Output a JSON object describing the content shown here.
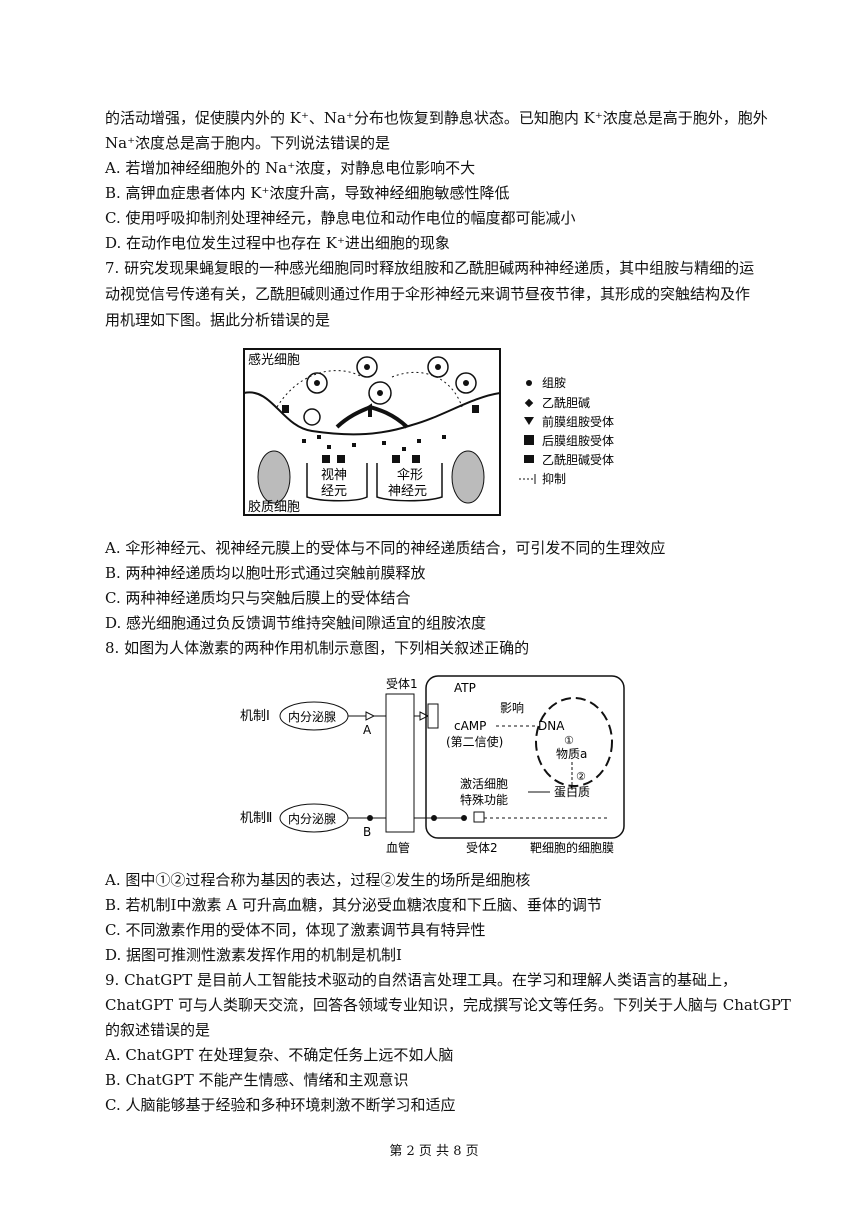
{
  "intro": [
    "的活动增强，促使膜内外的 K⁺、Na⁺分布也恢复到静息状态。已知胞内 K⁺浓度总是高于胞外，胞外",
    "Na⁺浓度总是高于胞内。下列说法错误的是"
  ],
  "q6_options": [
    "A. 若增加神经细胞外的 Na⁺浓度，对静息电位影响不大",
    "B. 高钾血症患者体内 K⁺浓度升高，导致神经细胞敏感性降低",
    "C. 使用呼吸抑制剂处理神经元，静息电位和动作电位的幅度都可能减小",
    "D. 在动作电位发生过程中也存在 K⁺进出细胞的现象"
  ],
  "q7_stem": [
    "7. 研究发现果蝇复眼的一种感光细胞同时释放组胺和乙酰胆碱两种神经递质，其中组胺与精细的运",
    "动视觉信号传递有关，乙酰胆碱则通过作用于伞形神经元来调节昼夜节律，其形成的突触结构及作",
    "用机理如下图。据此分析错误的是"
  ],
  "fig1": {
    "top_label": "感光细胞",
    "bottom_label": "胶质细胞",
    "neuron1": [
      "视神",
      "经元"
    ],
    "neuron2": [
      "伞形",
      "神经元"
    ],
    "legend": [
      "组胺",
      "乙酰胆碱",
      "前膜组胺受体",
      "后膜组胺受体",
      "乙酰胆碱受体",
      "抑制"
    ]
  },
  "q7_options": [
    "A. 伞形神经元、视神经元膜上的受体与不同的神经递质结合，可引发不同的生理效应",
    "B. 两种神经递质均以胞吐形式通过突触前膜释放",
    "C. 两种神经递质均只与突触后膜上的受体结合",
    "D. 感光细胞通过负反馈调节维持突触间隙适宜的组胺浓度"
  ],
  "q8_stem": "8. 如图为人体激素的两种作用机制示意图，下列相关叙述正确的",
  "fig2": {
    "mech1": "机制Ⅰ",
    "mech2": "机制Ⅱ",
    "gland": "内分泌腺",
    "A": "A",
    "B": "B",
    "receptor1": "受体1",
    "atp": "ATP",
    "camp": "cAMP",
    "second": "(第二信使)",
    "influence": "影响",
    "dna": "DNA",
    "c1": "①",
    "matter": "物质a",
    "c2": "②",
    "activate": [
      "激活细胞",
      "特殊功能"
    ],
    "protein": "蛋白质",
    "receptor2": "受体2",
    "vessel": "血管",
    "membrane": "靶细胞的细胞膜"
  },
  "q8_options": [
    "A. 图中①②过程合称为基因的表达，过程②发生的场所是细胞核",
    "B. 若机制Ⅰ中激素 A 可升高血糖，其分泌受血糖浓度和下丘脑、垂体的调节",
    "C. 不同激素作用的受体不同，体现了激素调节具有特异性",
    "D. 据图可推测性激素发挥作用的机制是机制Ⅰ"
  ],
  "q9_stem": [
    "9. ChatGPT 是目前人工智能技术驱动的自然语言处理工具。在学习和理解人类语言的基础上，",
    "ChatGPT 可与人类聊天交流，回答各领域专业知识，完成撰写论文等任务。下列关于人脑与 ChatGPT",
    "的叙述错误的是"
  ],
  "q9_options": [
    "A. ChatGPT 在处理复杂、不确定任务上远不如人脑",
    "B. ChatGPT 不能产生情感、情绪和主观意识",
    "C. 人脑能够基于经验和多种环境刺激不断学习和适应"
  ],
  "footer": "第 2 页 共 8 页"
}
